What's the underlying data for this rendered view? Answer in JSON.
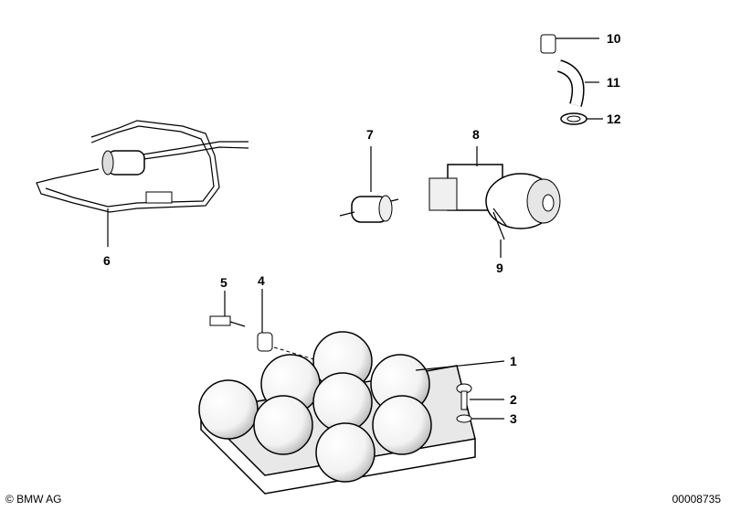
{
  "callouts": [
    {
      "num": "1"
    },
    {
      "num": "2"
    },
    {
      "num": "3"
    },
    {
      "num": "4"
    },
    {
      "num": "5"
    },
    {
      "num": "6"
    },
    {
      "num": "7"
    },
    {
      "num": "8"
    },
    {
      "num": "9"
    },
    {
      "num": "10"
    },
    {
      "num": "11"
    },
    {
      "num": "12"
    }
  ],
  "footer": {
    "copyright": "© BMW AG",
    "doc_id": "00008735"
  }
}
